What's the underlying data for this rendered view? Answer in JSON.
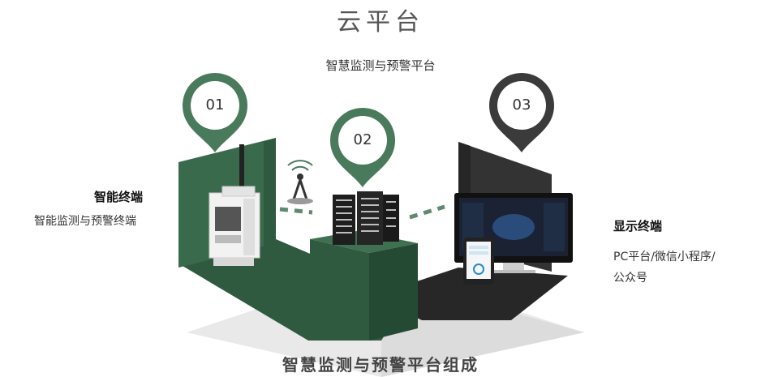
{
  "header": {
    "title": "云平台",
    "subtitle": "智慧监测与预警平台"
  },
  "pins": [
    {
      "number": "01",
      "color": "#4a7a5c"
    },
    {
      "number": "02",
      "color": "#4a7a5c"
    },
    {
      "number": "03",
      "color": "#3b3b3b"
    }
  ],
  "left_panel": {
    "title": "智能终端",
    "description": "智能监测与预警终端"
  },
  "right_panel": {
    "title": "显示终端",
    "description_line1": "PC平台/微信小程序/",
    "description_line2": "公众号"
  },
  "footer": {
    "caption": "智慧监测与预警平台组成"
  },
  "colors": {
    "green_dark": "#2f5a3f",
    "green_mid": "#4a7a5c",
    "charcoal": "#2e2e2e",
    "grey_floor": "#e7e7e7"
  },
  "icons": [
    "device-icon",
    "antenna-icon",
    "server-rack-icon",
    "monitor-icon",
    "phone-icon"
  ]
}
